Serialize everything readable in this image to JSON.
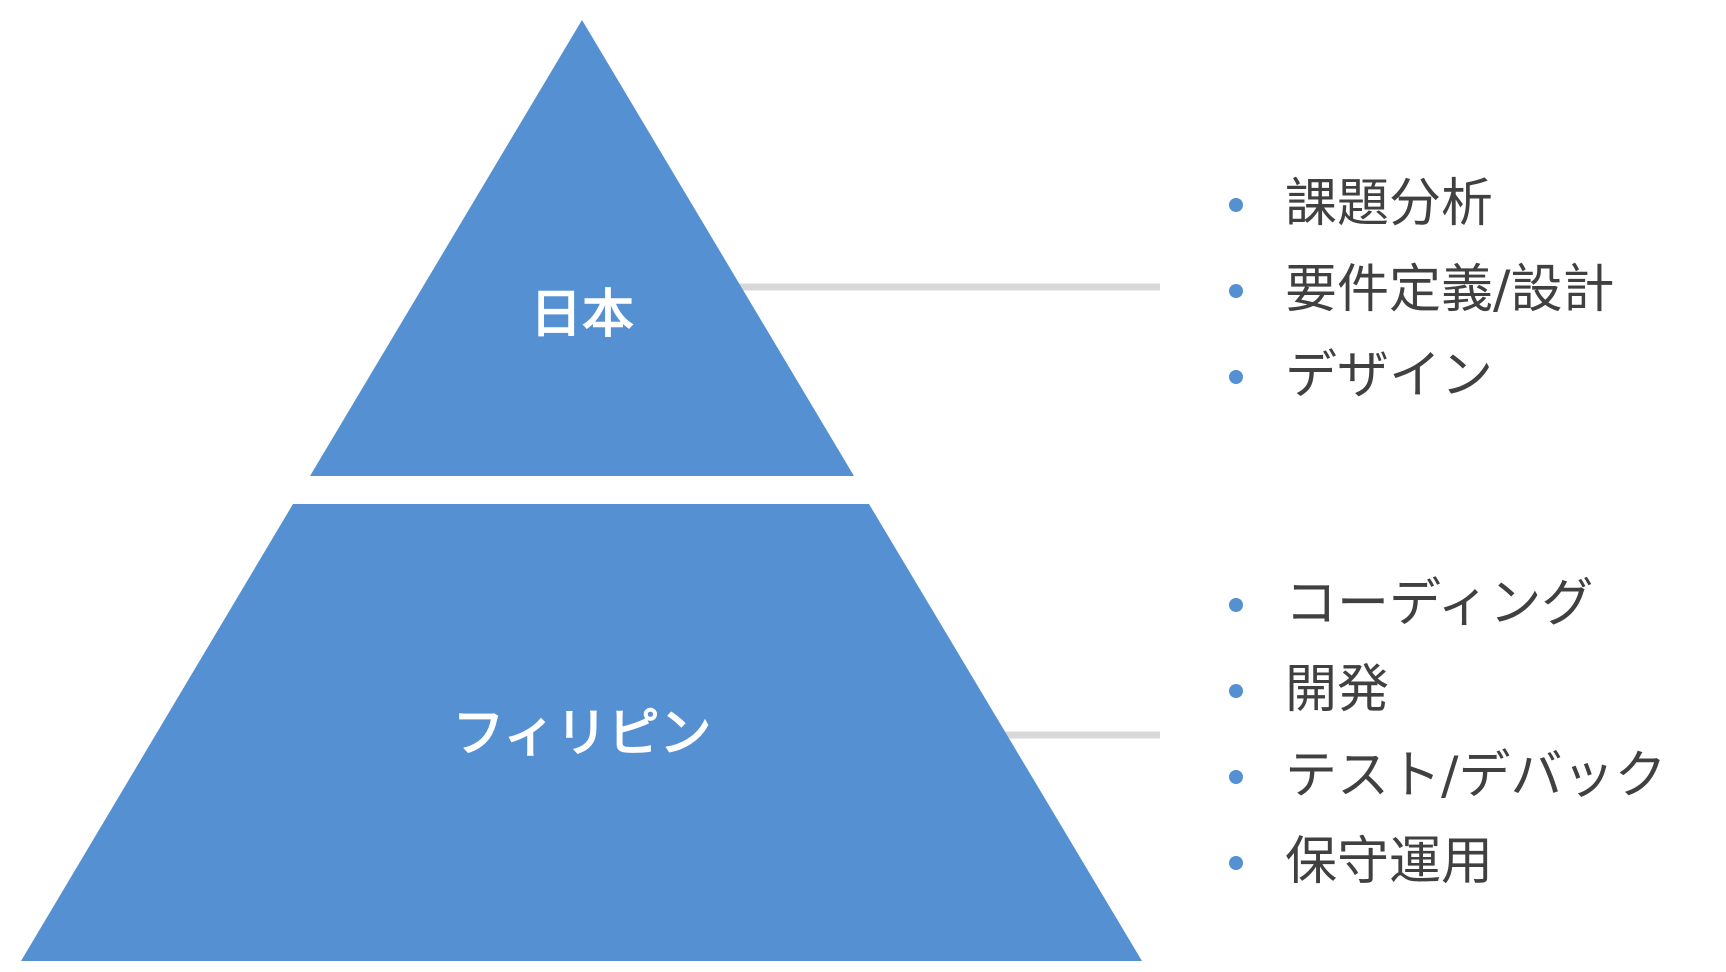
{
  "colors": {
    "pyramid_fill": "#5490d2",
    "connector_line": "#d9d9d9",
    "label_text": "#ffffff",
    "bullet_text": "#404040",
    "bullet_dot": "#5490d2"
  },
  "tiers": [
    {
      "label": "日本",
      "items": [
        "課題分析",
        "要件定義/設計",
        "デザイン"
      ]
    },
    {
      "label": "フィリピン",
      "items": [
        "コーディング",
        "開発",
        "テスト/デバック",
        "保守運用"
      ]
    }
  ]
}
